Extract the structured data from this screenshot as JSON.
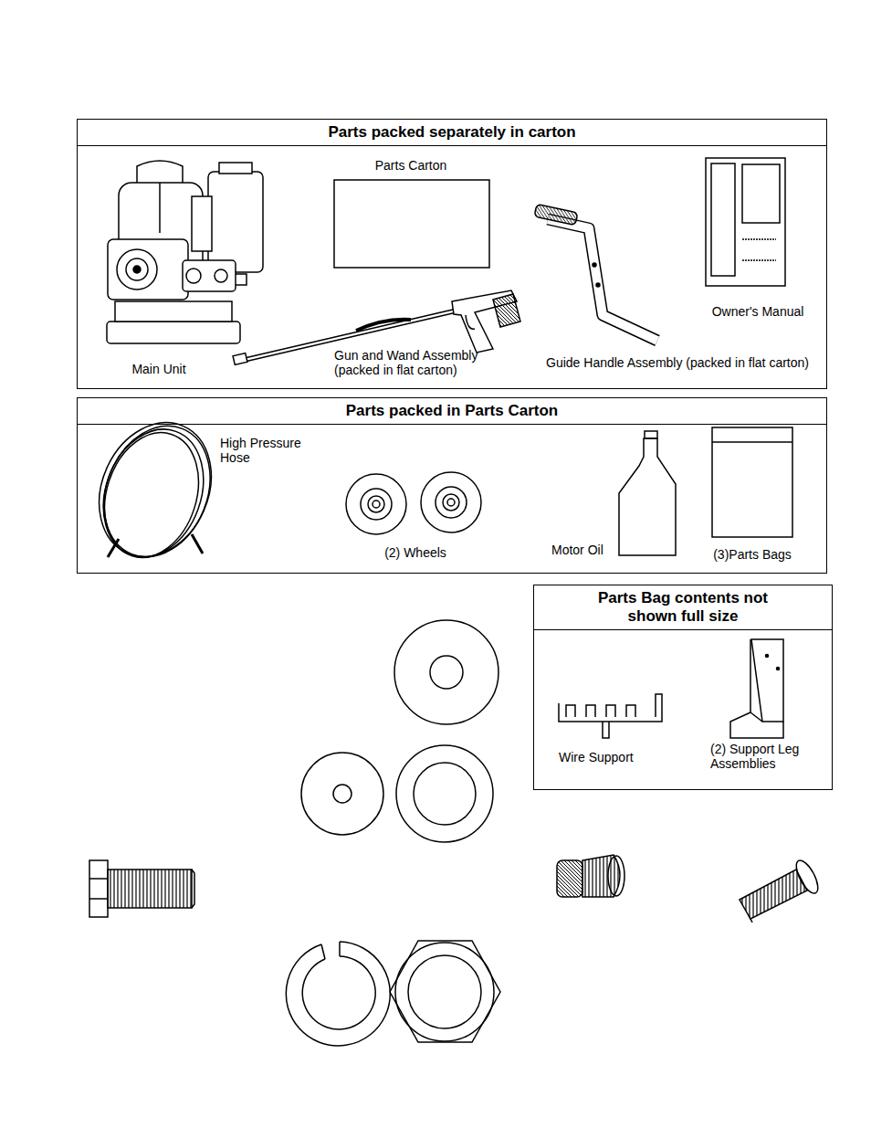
{
  "diagram": {
    "nodes": [
      {
        "text": [
          "Parts packed separately in carton"
        ]
      },
      {
        "text": [
          "Parts packed in Parts Carton"
        ]
      },
      {
        "text": [
          "Parts Bag contents not shown full size"
        ]
      }
    ],
    "edges": [],
    "labels": [
      "Parts Carton",
      "Owner's Manual",
      "Main Unit",
      "Gun and Wand Assembly (packed in flat carton)",
      "Guide Handle Assembly (packed in flat carton)",
      "High Pressure Hose",
      "(2) Wheels",
      "Motor Oil",
      "(3)Parts Bags",
      "Wire Support",
      "(2) Support Leg Assemblies"
    ]
  }
}
